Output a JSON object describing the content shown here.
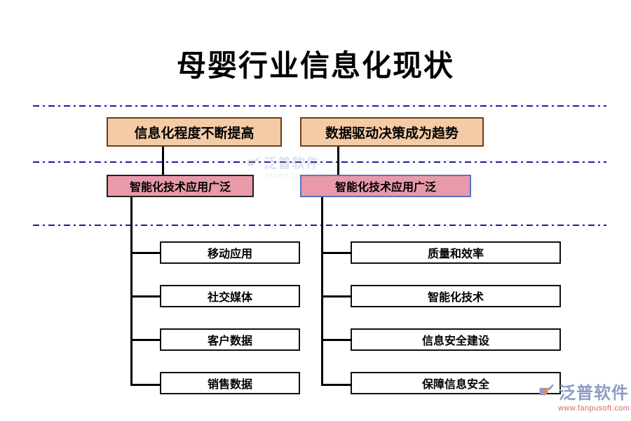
{
  "page": {
    "title": "母婴行业信息化现状",
    "background_color": "#FFFFFF"
  },
  "colors": {
    "level1_fill": "#F4CBA6",
    "level1_border": "#6A3D14",
    "level2_fill": "#E89AAA",
    "level2_border_left": "#202020",
    "level2_border_right": "#5A6FBE",
    "leaf_fill": "#FFFFFF",
    "leaf_border": "#101010",
    "divider": "#1A1AA8",
    "connector": "#000000",
    "logo_text": "#8F9CC4",
    "logo_url": "#D06A6A"
  },
  "branches": [
    {
      "level1": "信息化程度不断提高",
      "level2": "智能化技术应用广泛",
      "leaves": [
        "移动应用",
        "社交媒体",
        "客户数据",
        "销售数据"
      ]
    },
    {
      "level1": "数据驱动决策成为趋势",
      "level2": "智能化技术应用广泛",
      "leaves": [
        "质量和效率",
        "智能化技术",
        "信息安全建设",
        "保障信息安全"
      ]
    }
  ],
  "watermark": {
    "brand": "泛普软件",
    "subtitle": "FANPU SOFTWARE",
    "icon": "fanpu-logo-icon"
  },
  "corner_logo": {
    "brand": "泛普软件",
    "url": "www.fanpusoft.com",
    "icon": "fanpu-logo-icon"
  }
}
